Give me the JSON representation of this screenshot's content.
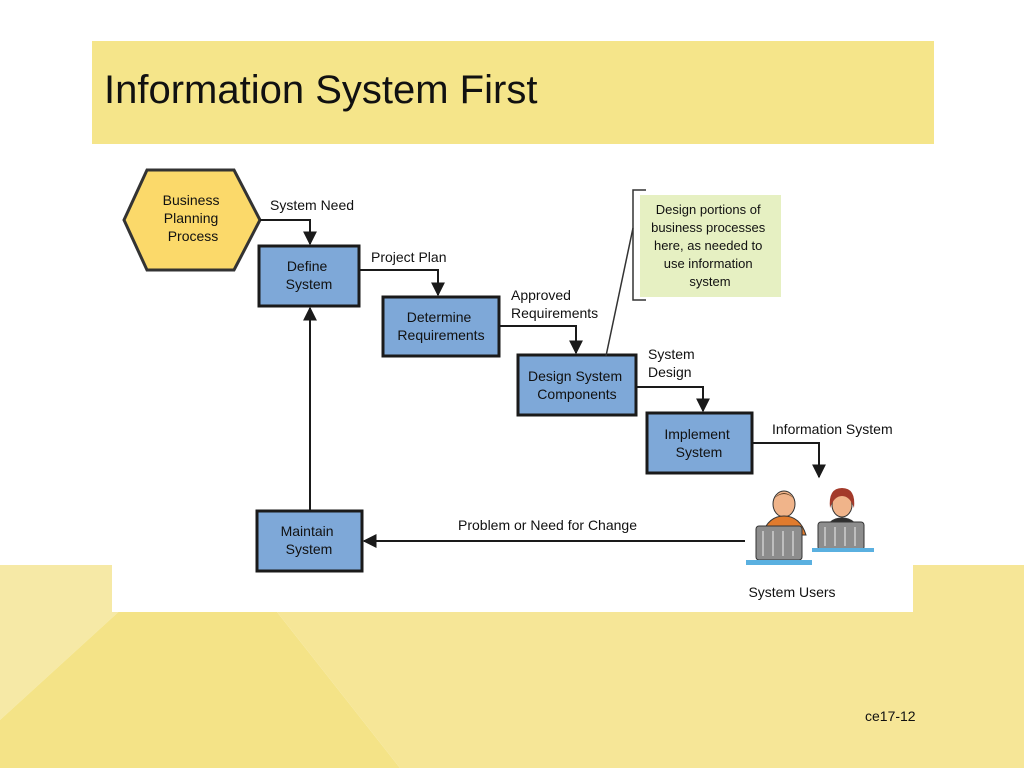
{
  "slide": {
    "title": "Information System First",
    "footer": "ce17-12"
  },
  "diagram": {
    "nodes": {
      "business_planning": [
        "Business",
        "Planning",
        "Process"
      ],
      "define_system": [
        "Define",
        "System"
      ],
      "determine_requirements": [
        "Determine",
        "Requirements"
      ],
      "design_system_components": [
        "Design System",
        "Components"
      ],
      "implement_system": [
        "Implement",
        "System"
      ],
      "maintain_system": [
        "Maintain",
        "System"
      ],
      "note": [
        "Design portions of",
        "business processes",
        "here, as needed to",
        "use information",
        "system"
      ],
      "system_users": "System Users"
    },
    "edges": {
      "system_need": "System Need",
      "project_plan": "Project Plan",
      "approved_requirements": [
        "Approved",
        "Requirements"
      ],
      "system_design": [
        "System",
        "Design"
      ],
      "information_system": "Information System",
      "problem_or_need": "Problem or Need for Change"
    }
  },
  "colors": {
    "title_band": "#f5e58a",
    "process_box_fill": "#7ea8d8",
    "process_box_border": "#1a1a1a",
    "hexagon_fill": "#fbd96a",
    "note_fill": "#e6f0c2",
    "background_light": "#f6e697",
    "background_dark": "#f3e282"
  }
}
